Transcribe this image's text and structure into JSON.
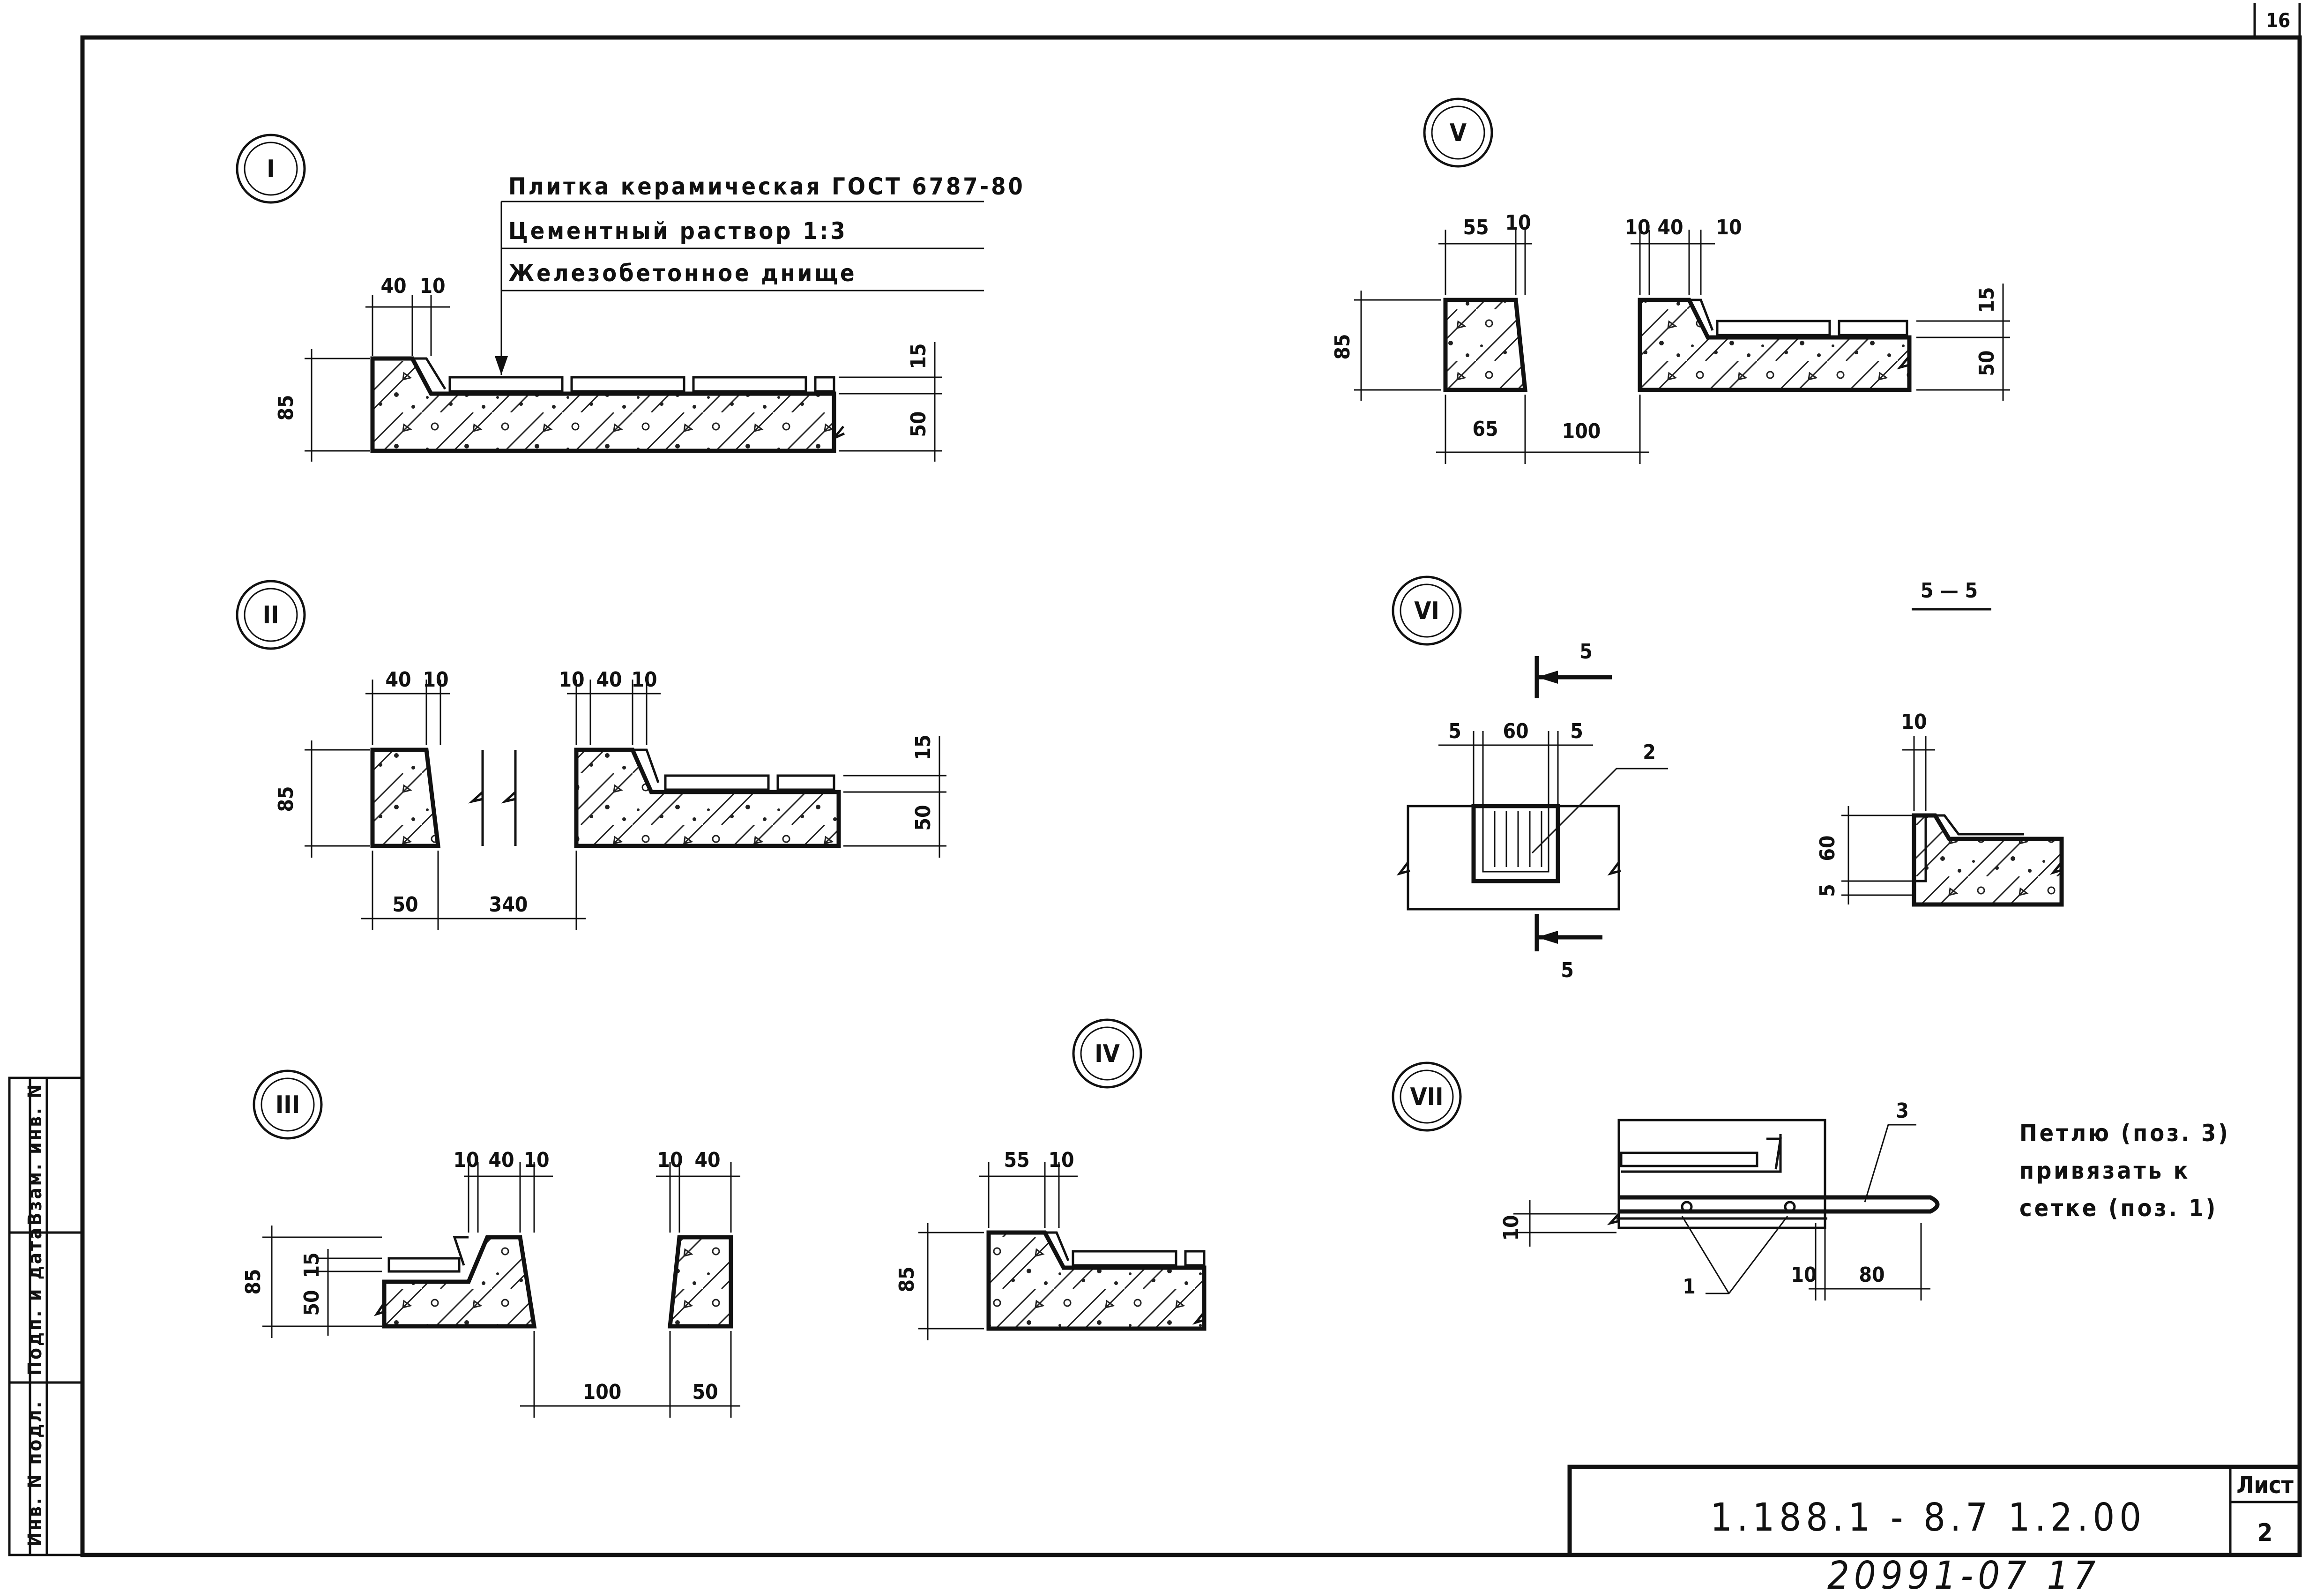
{
  "page_number": "16",
  "stamp": {
    "code": "1.188.1 - 8.7  1.2.00",
    "sheet_label": "Лист",
    "sheet_number": "2"
  },
  "archive_number": "20991-07 17",
  "side_stamp": {
    "inv_label": "Инв. N подл.",
    "sign_label": "Подп. и дата",
    "replace_label": "Взам. инв. N"
  },
  "details": {
    "d1": {
      "mark": "I",
      "notes": [
        "Плитка керамическая ГОСТ 6787-80",
        "Цементный раствор 1:3",
        "Железобетонное днище"
      ],
      "dims": {
        "top": [
          "40",
          "10"
        ],
        "right": [
          "15",
          "50"
        ],
        "left": "85"
      }
    },
    "d2": {
      "mark": "II",
      "dims": {
        "top_left": [
          "40",
          "10"
        ],
        "top_right": [
          "10",
          "40",
          "10"
        ],
        "bottom": [
          "50",
          "340"
        ],
        "right": [
          "15",
          "50"
        ],
        "left": "85"
      }
    },
    "d3": {
      "mark": "III",
      "dims": {
        "top_left": [
          "10",
          "40",
          "10"
        ],
        "top_right": [
          "10",
          "40"
        ],
        "left": [
          "85",
          "15",
          "50"
        ],
        "bottom": [
          "100",
          "50"
        ]
      }
    },
    "d4": {
      "mark": "IV",
      "dims": {
        "top": [
          "55",
          "10"
        ],
        "left": "85"
      }
    },
    "d5": {
      "mark": "V",
      "dims": {
        "top_left": [
          "55",
          "10"
        ],
        "top_right": [
          "10",
          "40",
          "10"
        ],
        "bottom": [
          "65",
          "100"
        ],
        "right": [
          "15",
          "50"
        ],
        "left": "85"
      }
    },
    "d6": {
      "mark": "VI",
      "section_title": "5 — 5",
      "cut": "5",
      "dims": {
        "top": [
          "5",
          "60",
          "5"
        ],
        "callout": "2",
        "sec_top": "10",
        "sec_left": [
          "60",
          "5"
        ]
      }
    },
    "d7": {
      "mark": "VII",
      "callouts": [
        "3",
        "1"
      ],
      "dims": {
        "left": "10",
        "bottom": [
          "10",
          "80"
        ]
      },
      "note": [
        "Петлю (поз. 3)",
        "привязать к",
        "сетке (поз. 1)"
      ]
    }
  }
}
